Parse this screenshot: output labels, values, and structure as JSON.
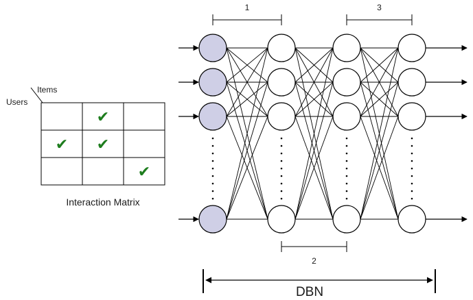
{
  "matrix": {
    "row_axis_label": "Users",
    "col_axis_label": "Items",
    "caption": "Interaction Matrix",
    "rows": 3,
    "cols": 3,
    "checked_cells": [
      [
        0,
        1
      ],
      [
        1,
        0
      ],
      [
        1,
        1
      ],
      [
        2,
        2
      ]
    ],
    "check_glyph": "✔",
    "check_color": "#1e7d1e"
  },
  "network": {
    "title": "DBN",
    "layer_groups": [
      {
        "label": "1",
        "from_layer": 0,
        "to_layer": 1
      },
      {
        "label": "2",
        "from_layer": 1,
        "to_layer": 2
      },
      {
        "label": "3",
        "from_layer": 2,
        "to_layer": 3
      }
    ],
    "layers": 4,
    "visible_nodes_per_layer": 4,
    "input_node_color": "#cfcfe6",
    "hidden_node_color": "#ffffff",
    "edge_color": "#000000"
  }
}
